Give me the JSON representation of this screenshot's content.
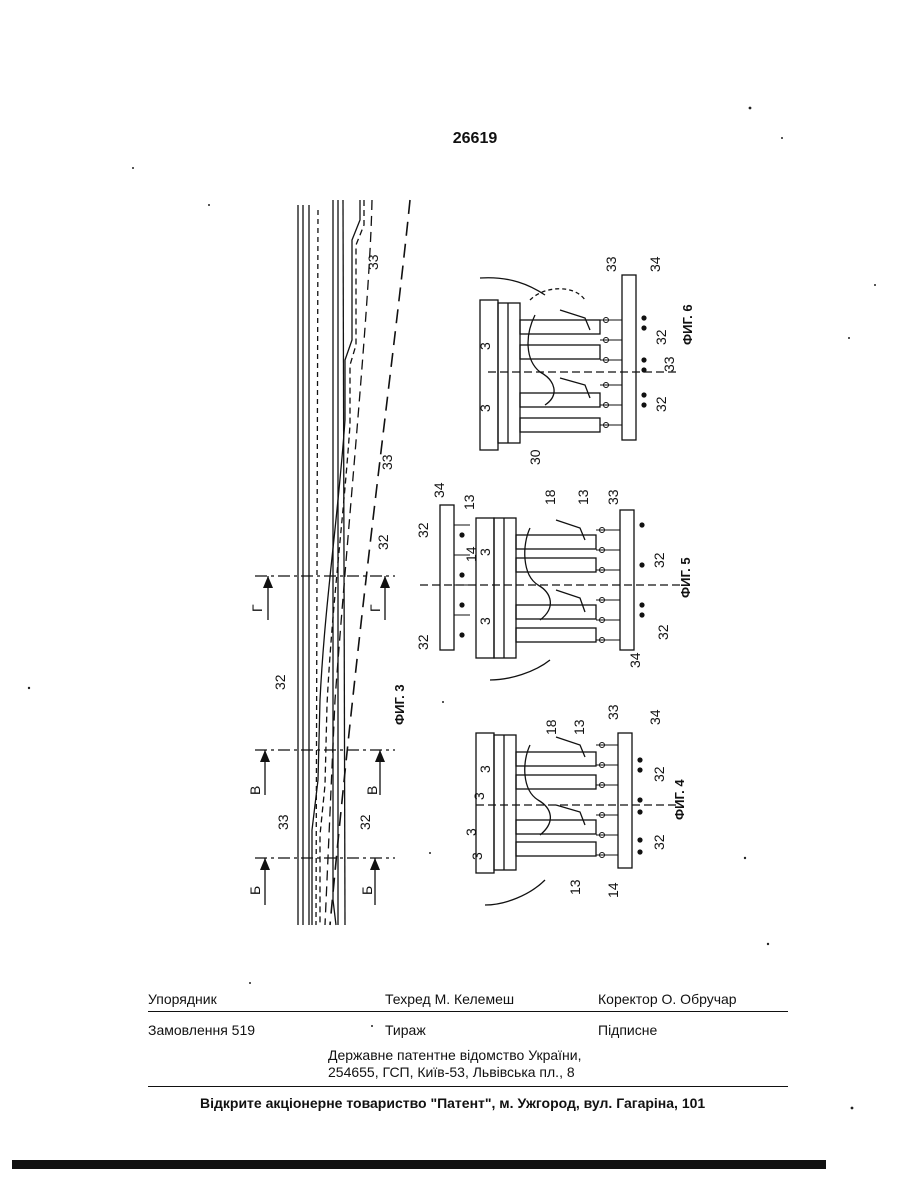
{
  "page_number": "26619",
  "figures": {
    "fig3": {
      "caption": "ФИГ. 3",
      "labels": [
        "33",
        "33",
        "32",
        "32",
        "33",
        "32",
        "Г",
        "Г",
        "В",
        "В",
        "Б",
        "Б"
      ]
    },
    "fig4": {
      "caption": "ФИГ. 4",
      "labels": [
        "3",
        "3",
        "3",
        "3",
        "18",
        "13",
        "33",
        "34",
        "32",
        "32",
        "13",
        "14"
      ]
    },
    "fig5": {
      "caption": "ФИГ. 5",
      "labels": [
        "34",
        "13",
        "32",
        "14",
        "3",
        "3",
        "18",
        "13",
        "33",
        "32",
        "32",
        "34",
        "32"
      ]
    },
    "fig6": {
      "caption": "ФИГ. 6",
      "labels": [
        "33",
        "34",
        "3",
        "3",
        "30",
        "32",
        "33",
        "32"
      ]
    }
  },
  "imprint": {
    "compiler": "Упорядник",
    "tech_editor": "Техред М. Келемеш",
    "proofreader": "Коректор О. Обручар",
    "order": "Замовлення 519",
    "circulation": "Тираж",
    "subscription": "Підписне",
    "office_line1": "Державне патентне відомство України,",
    "office_line2": "254655, ГСП, Київ-53, Львівська пл., 8",
    "printer": "Відкрите акціонерне товариство \"Патент\", м. Ужгород, вул. Гагаріна, 101"
  }
}
